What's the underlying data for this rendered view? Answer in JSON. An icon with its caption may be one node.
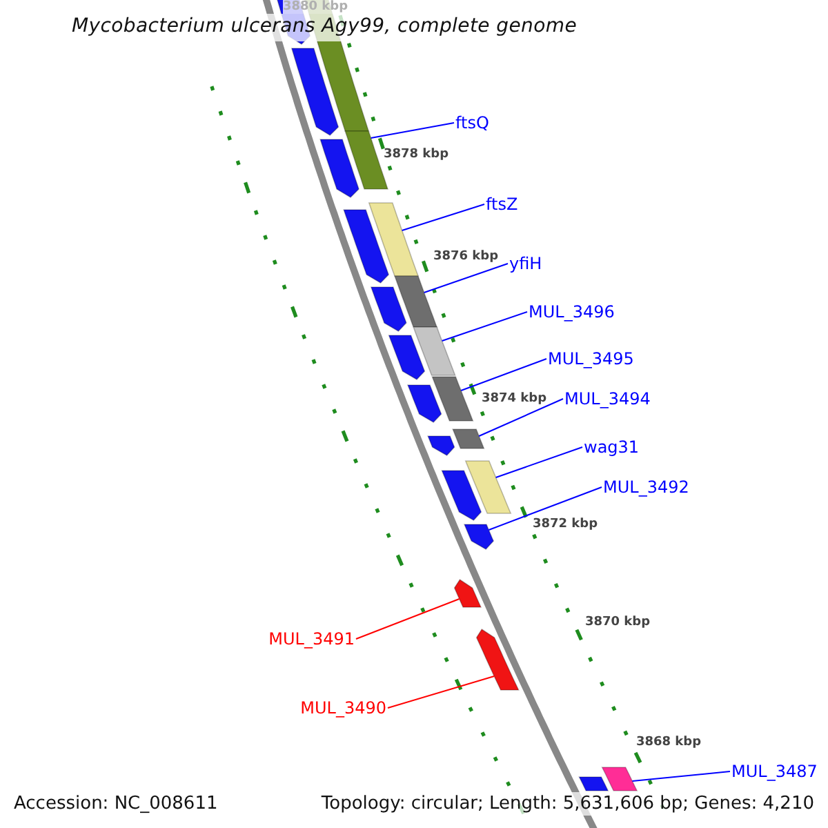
{
  "diagram": {
    "title": "Mycobacterium ulcerans Agy99, complete genome",
    "nodes": [
      {
        "text": [
          "ftsQ"
        ]
      },
      {
        "text": [
          "ftsZ"
        ]
      },
      {
        "text": [
          "yfiH"
        ]
      },
      {
        "text": [
          "MUL_3496"
        ]
      },
      {
        "text": [
          "MUL_3495"
        ]
      },
      {
        "text": [
          "MUL_3494"
        ]
      },
      {
        "text": [
          "wag31"
        ]
      },
      {
        "text": [
          "MUL_3492"
        ]
      },
      {
        "text": [
          "MUL_3491"
        ]
      },
      {
        "text": [
          "MUL_3490"
        ]
      },
      {
        "text": [
          "MUL_3487"
        ]
      },
      {
        "text": [],
        "shape": "arrow"
      },
      {
        "text": [],
        "shape": "bar"
      },
      {
        "text": [],
        "shape": "arrow"
      },
      {
        "text": [],
        "shape": "bar"
      },
      {
        "text": [],
        "shape": "arrow"
      },
      {
        "text": [],
        "shape": "bar"
      },
      {
        "text": [],
        "shape": "arrow"
      },
      {
        "text": [],
        "shape": "bar"
      },
      {
        "text": [],
        "shape": "arrow"
      },
      {
        "text": [],
        "shape": "bar"
      },
      {
        "text": [],
        "shape": "arrow"
      },
      {
        "text": [],
        "shape": "bar"
      },
      {
        "text": [],
        "shape": "arrow"
      },
      {
        "text": [],
        "shape": "bar"
      },
      {
        "text": [],
        "shape": "arrow"
      },
      {
        "text": [],
        "shape": "bar"
      },
      {
        "text": [],
        "shape": "arrow"
      },
      {
        "text": [],
        "shape": "arrow"
      },
      {
        "text": [],
        "shape": "arrow"
      },
      {
        "text": [],
        "shape": "arrow"
      },
      {
        "text": [],
        "shape": "bar"
      },
      {
        "text": [],
        "shape": "bar"
      }
    ],
    "edges": [
      {
        "from": 0,
        "to": 14,
        "arrow": "none"
      },
      {
        "from": 1,
        "to": 16,
        "arrow": "none"
      },
      {
        "from": 2,
        "to": 18,
        "arrow": "none"
      },
      {
        "from": 3,
        "to": 20,
        "arrow": "none"
      },
      {
        "from": 4,
        "to": 22,
        "arrow": "none"
      },
      {
        "from": 5,
        "to": 24,
        "arrow": "none"
      },
      {
        "from": 6,
        "to": 26,
        "arrow": "none"
      },
      {
        "from": 7,
        "to": 28,
        "arrow": "none"
      },
      {
        "from": 8,
        "to": 29,
        "arrow": "none",
        "color": "#ff0000"
      },
      {
        "from": 9,
        "to": 30,
        "arrow": "none",
        "color": "#ff0000"
      },
      {
        "from": 10,
        "to": 31,
        "arrow": "none"
      }
    ],
    "labels": [
      "3880 kbp",
      "3878 kbp",
      "3876 kbp",
      "3874 kbp",
      "3872 kbp",
      "3870 kbp",
      "3868 kbp",
      "Accession: NC_008611",
      "Topology: circular; Length: 5,631,606 bp; Genes: 4,210"
    ]
  }
}
